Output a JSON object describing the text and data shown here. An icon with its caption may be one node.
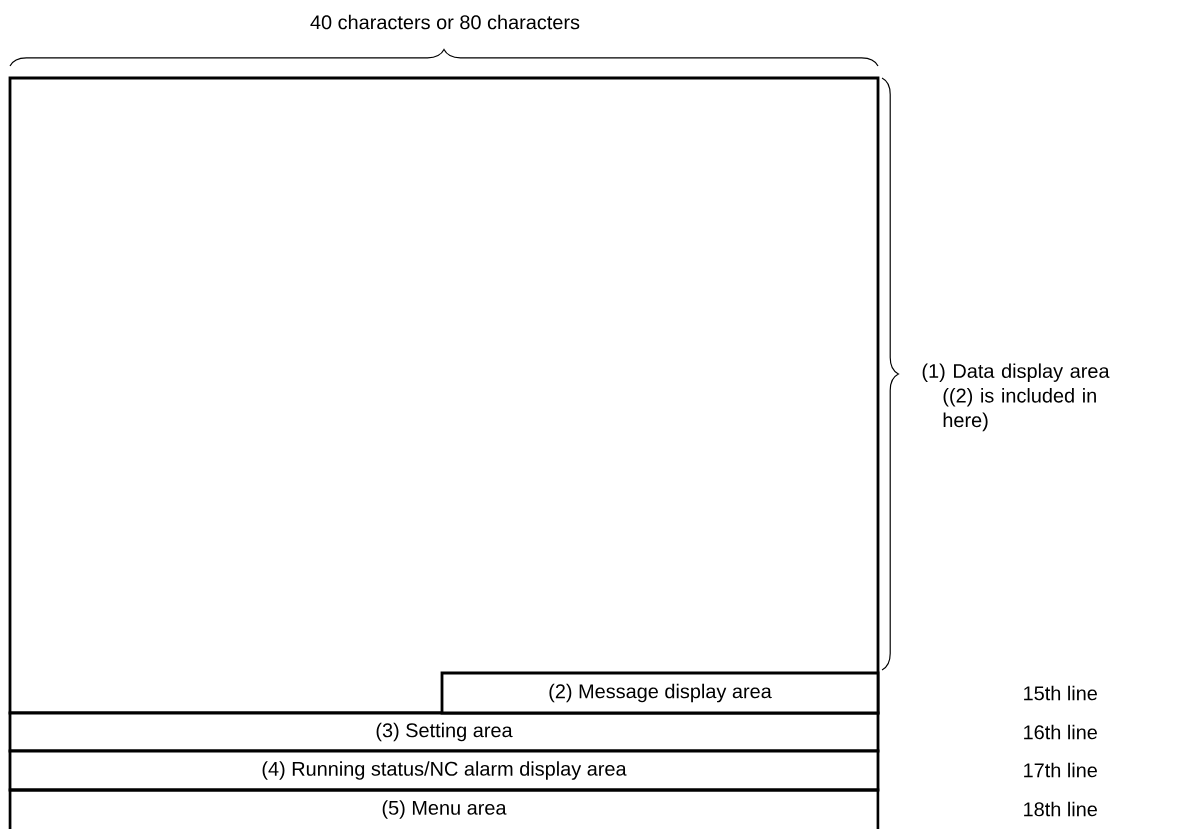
{
  "diagram": {
    "nodes": [
      {
        "text": [],
        "shape": "box",
        "beside": [
          "(1) Data display area ((2) is included in here)"
        ]
      },
      {
        "text": [
          "(2) Message display area"
        ],
        "in": 0
      },
      {
        "text": [
          "(3) Setting area"
        ]
      },
      {
        "text": [
          "(4) Running status/NC alarm display area"
        ]
      },
      {
        "text": [
          "(5) Menu area"
        ]
      }
    ],
    "labels": [
      "40 characters or 80 characters",
      "15th line",
      "16th line",
      "17th line",
      "18th line"
    ]
  }
}
